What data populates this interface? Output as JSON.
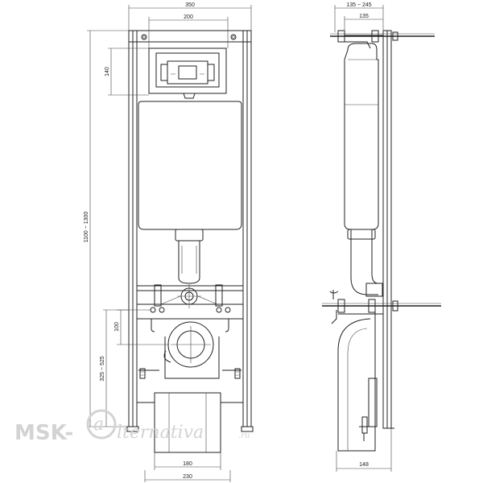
{
  "front_view": {
    "width_total": "350",
    "width_top": "200",
    "height_bracket": "140",
    "height_total": "1100 ~ 1300",
    "height_drain": "100",
    "height_outlet": "325 ~ 525",
    "width_outlet": "180",
    "width_base": "230"
  },
  "side_view": {
    "depth_range": "135 ~ 245",
    "depth_min": "135",
    "depth_base": "148"
  },
  "watermark": {
    "brand": "MSK-",
    "script": "lternativa",
    "domain": ".ru"
  }
}
